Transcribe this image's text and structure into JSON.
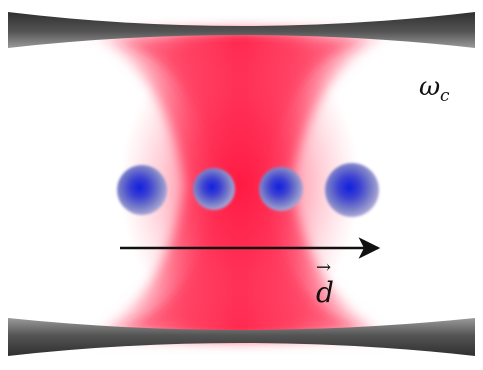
{
  "diagram": {
    "frequency_label": {
      "symbol": "ω",
      "subscript": "c"
    },
    "vector_label": {
      "symbol": "d",
      "accent": "→"
    },
    "atoms": [
      {
        "id": "atom-1"
      },
      {
        "id": "atom-2"
      },
      {
        "id": "atom-3"
      },
      {
        "id": "atom-4"
      }
    ],
    "colors": {
      "field_core": "#ff1a45",
      "field_edge": "#ffffff",
      "mirror": "#4a4a4a",
      "mirror_highlight": "#8a8a8a",
      "atom_core": "#1a2bd6",
      "atom_edge": "#8c8ccc",
      "arrow": "#111111"
    }
  }
}
